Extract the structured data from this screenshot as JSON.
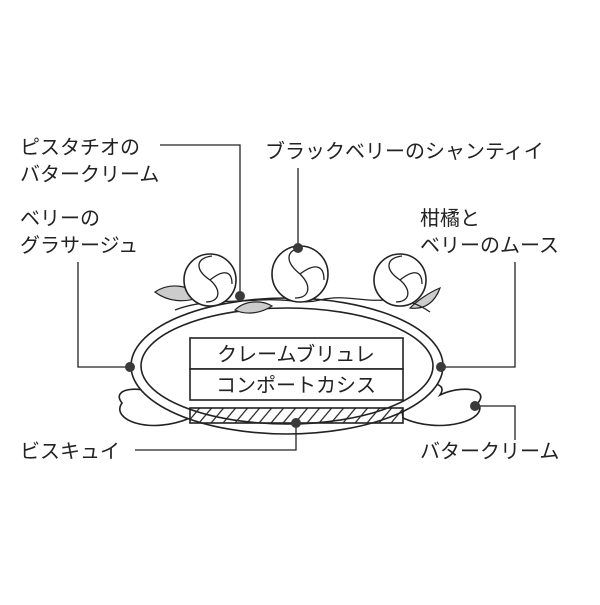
{
  "labels": {
    "pistachio": [
      "ピスタチオの",
      "バタークリーム"
    ],
    "blackberry": "ブラックベリーのシャンティイ",
    "glaze": [
      "ベリーの",
      "グラサージュ"
    ],
    "mousse": [
      "柑橘と",
      "ベリーのムース"
    ],
    "biscuit": "ビスキュイ",
    "butter_cream": "バタークリーム"
  },
  "layers": {
    "top": "クレームブリュレ",
    "middle": "コンポートカシス"
  },
  "colors": {
    "line": "#222222",
    "dot": "#3a3a3a",
    "leaf": "#cccccc"
  }
}
